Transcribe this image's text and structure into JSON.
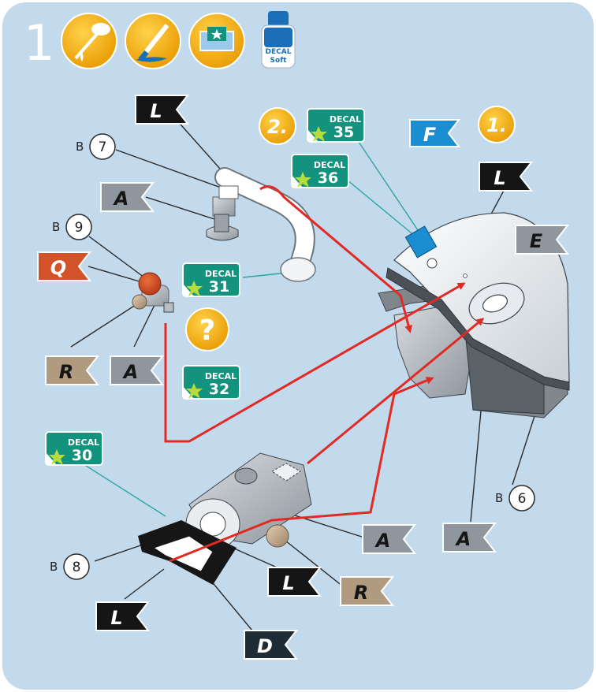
{
  "step": {
    "number": "1"
  },
  "tool_icons": [
    {
      "name": "glue-applicator-icon"
    },
    {
      "name": "paintbrush-icon"
    },
    {
      "name": "water-dish-decal-icon"
    },
    {
      "name": "decal-soft-bottle-icon",
      "label_top": "DECAL",
      "label_bottom": "Soft"
    }
  ],
  "order_markers": {
    "first": "1.",
    "second": "2.",
    "question": "?"
  },
  "decal_word": "DECAL",
  "decals": {
    "d35": "35",
    "d36": "36",
    "d31": "31",
    "d32": "32",
    "d30": "30"
  },
  "flags": {
    "L_top": "L",
    "A_arm": "A",
    "Q": "Q",
    "R_left": "R",
    "A_left": "A",
    "F": "F",
    "L_right": "L",
    "E": "E",
    "A_main": "A",
    "A_bottom": "A",
    "R_bottom": "R",
    "L_mid": "L",
    "L_bottom": "L",
    "D": "D"
  },
  "parts": {
    "p7": {
      "prefix": "B",
      "num": "7"
    },
    "p9": {
      "prefix": "B",
      "num": "9"
    },
    "p6": {
      "prefix": "B",
      "num": "6"
    },
    "p8": {
      "prefix": "B",
      "num": "8"
    }
  },
  "colors": {
    "background": "#c3d9ec",
    "frame": "#ffffff",
    "flag_black": "#151515",
    "flag_grey": "#8f969e",
    "flag_tan": "#b09a80",
    "flag_blue": "#1a8ed0",
    "flag_orange": "#d2532a",
    "decal_green": "#13927d",
    "marker_yellow": "#f4b000",
    "arrow_red": "#e22a25",
    "leader_teal": "#2aa89a"
  }
}
